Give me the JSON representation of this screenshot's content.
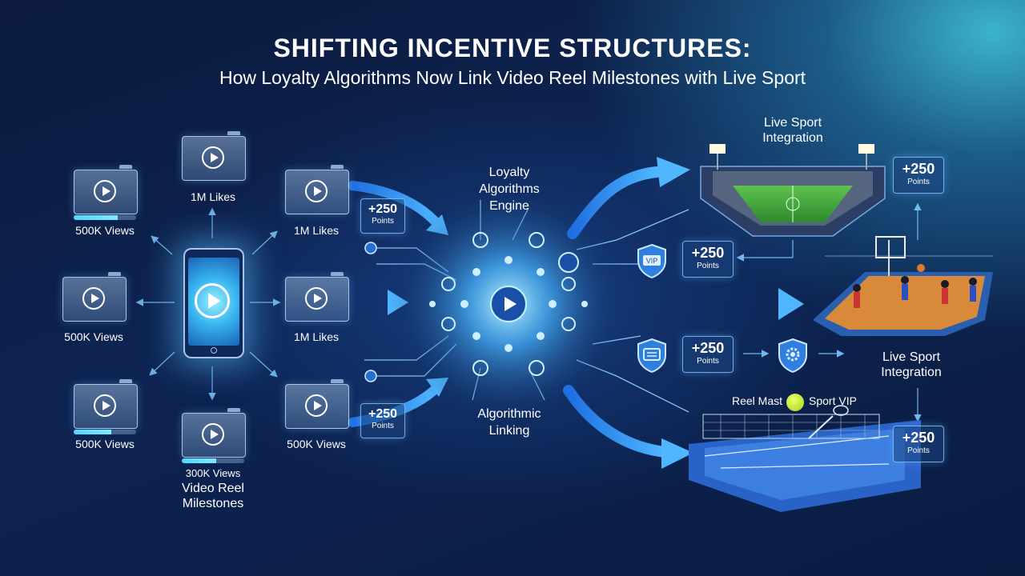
{
  "title": "SHIFTING INCENTIVE STRUCTURES:",
  "subtitle": "How Loyalty Algorithms Now Link Video Reel Milestones with Live Sport",
  "reels": [
    {
      "label": "500K Views",
      "progress": 0.7
    },
    {
      "label": "1M Likes",
      "progress": 0
    },
    {
      "label": "1M Likes",
      "progress": 0
    },
    {
      "label": "500K Views",
      "progress": 0
    },
    {
      "label": "1M Likes",
      "progress": 0
    },
    {
      "label": "500K Views",
      "progress": 0.6
    },
    {
      "label": "500K Views",
      "progress": 0
    },
    {
      "label": "300K Views",
      "progress": 0.55
    }
  ],
  "milestones_label": "Video Reel\nMilestones",
  "engine_label": "Loyalty\nAlgorithms\nEngine",
  "linking_label": "Algorithmic\nLinking",
  "live_sport_top": "Live Sport\nIntegration",
  "live_sport_right": "Live Sport\nIntegration",
  "tennis_label_left": "Reel Mast",
  "tennis_label_right": "Sport VIP",
  "points": [
    {
      "value": "+250",
      "unit": "Points"
    },
    {
      "value": "+250",
      "unit": "Points"
    },
    {
      "value": "+250",
      "unit": "Points"
    },
    {
      "value": "+250",
      "unit": "Points"
    },
    {
      "value": "+250",
      "unit": "Points"
    },
    {
      "value": "+250",
      "unit": "Points"
    }
  ],
  "vip_badge": "VIP",
  "colors": {
    "accent": "#3aa0ff",
    "glow": "#5fd4ff",
    "background": "#0d2452"
  },
  "icons": [
    "play-icon",
    "vip-shield-icon",
    "ticket-shield-icon",
    "gear-shield-icon",
    "tennis-ball-icon"
  ]
}
